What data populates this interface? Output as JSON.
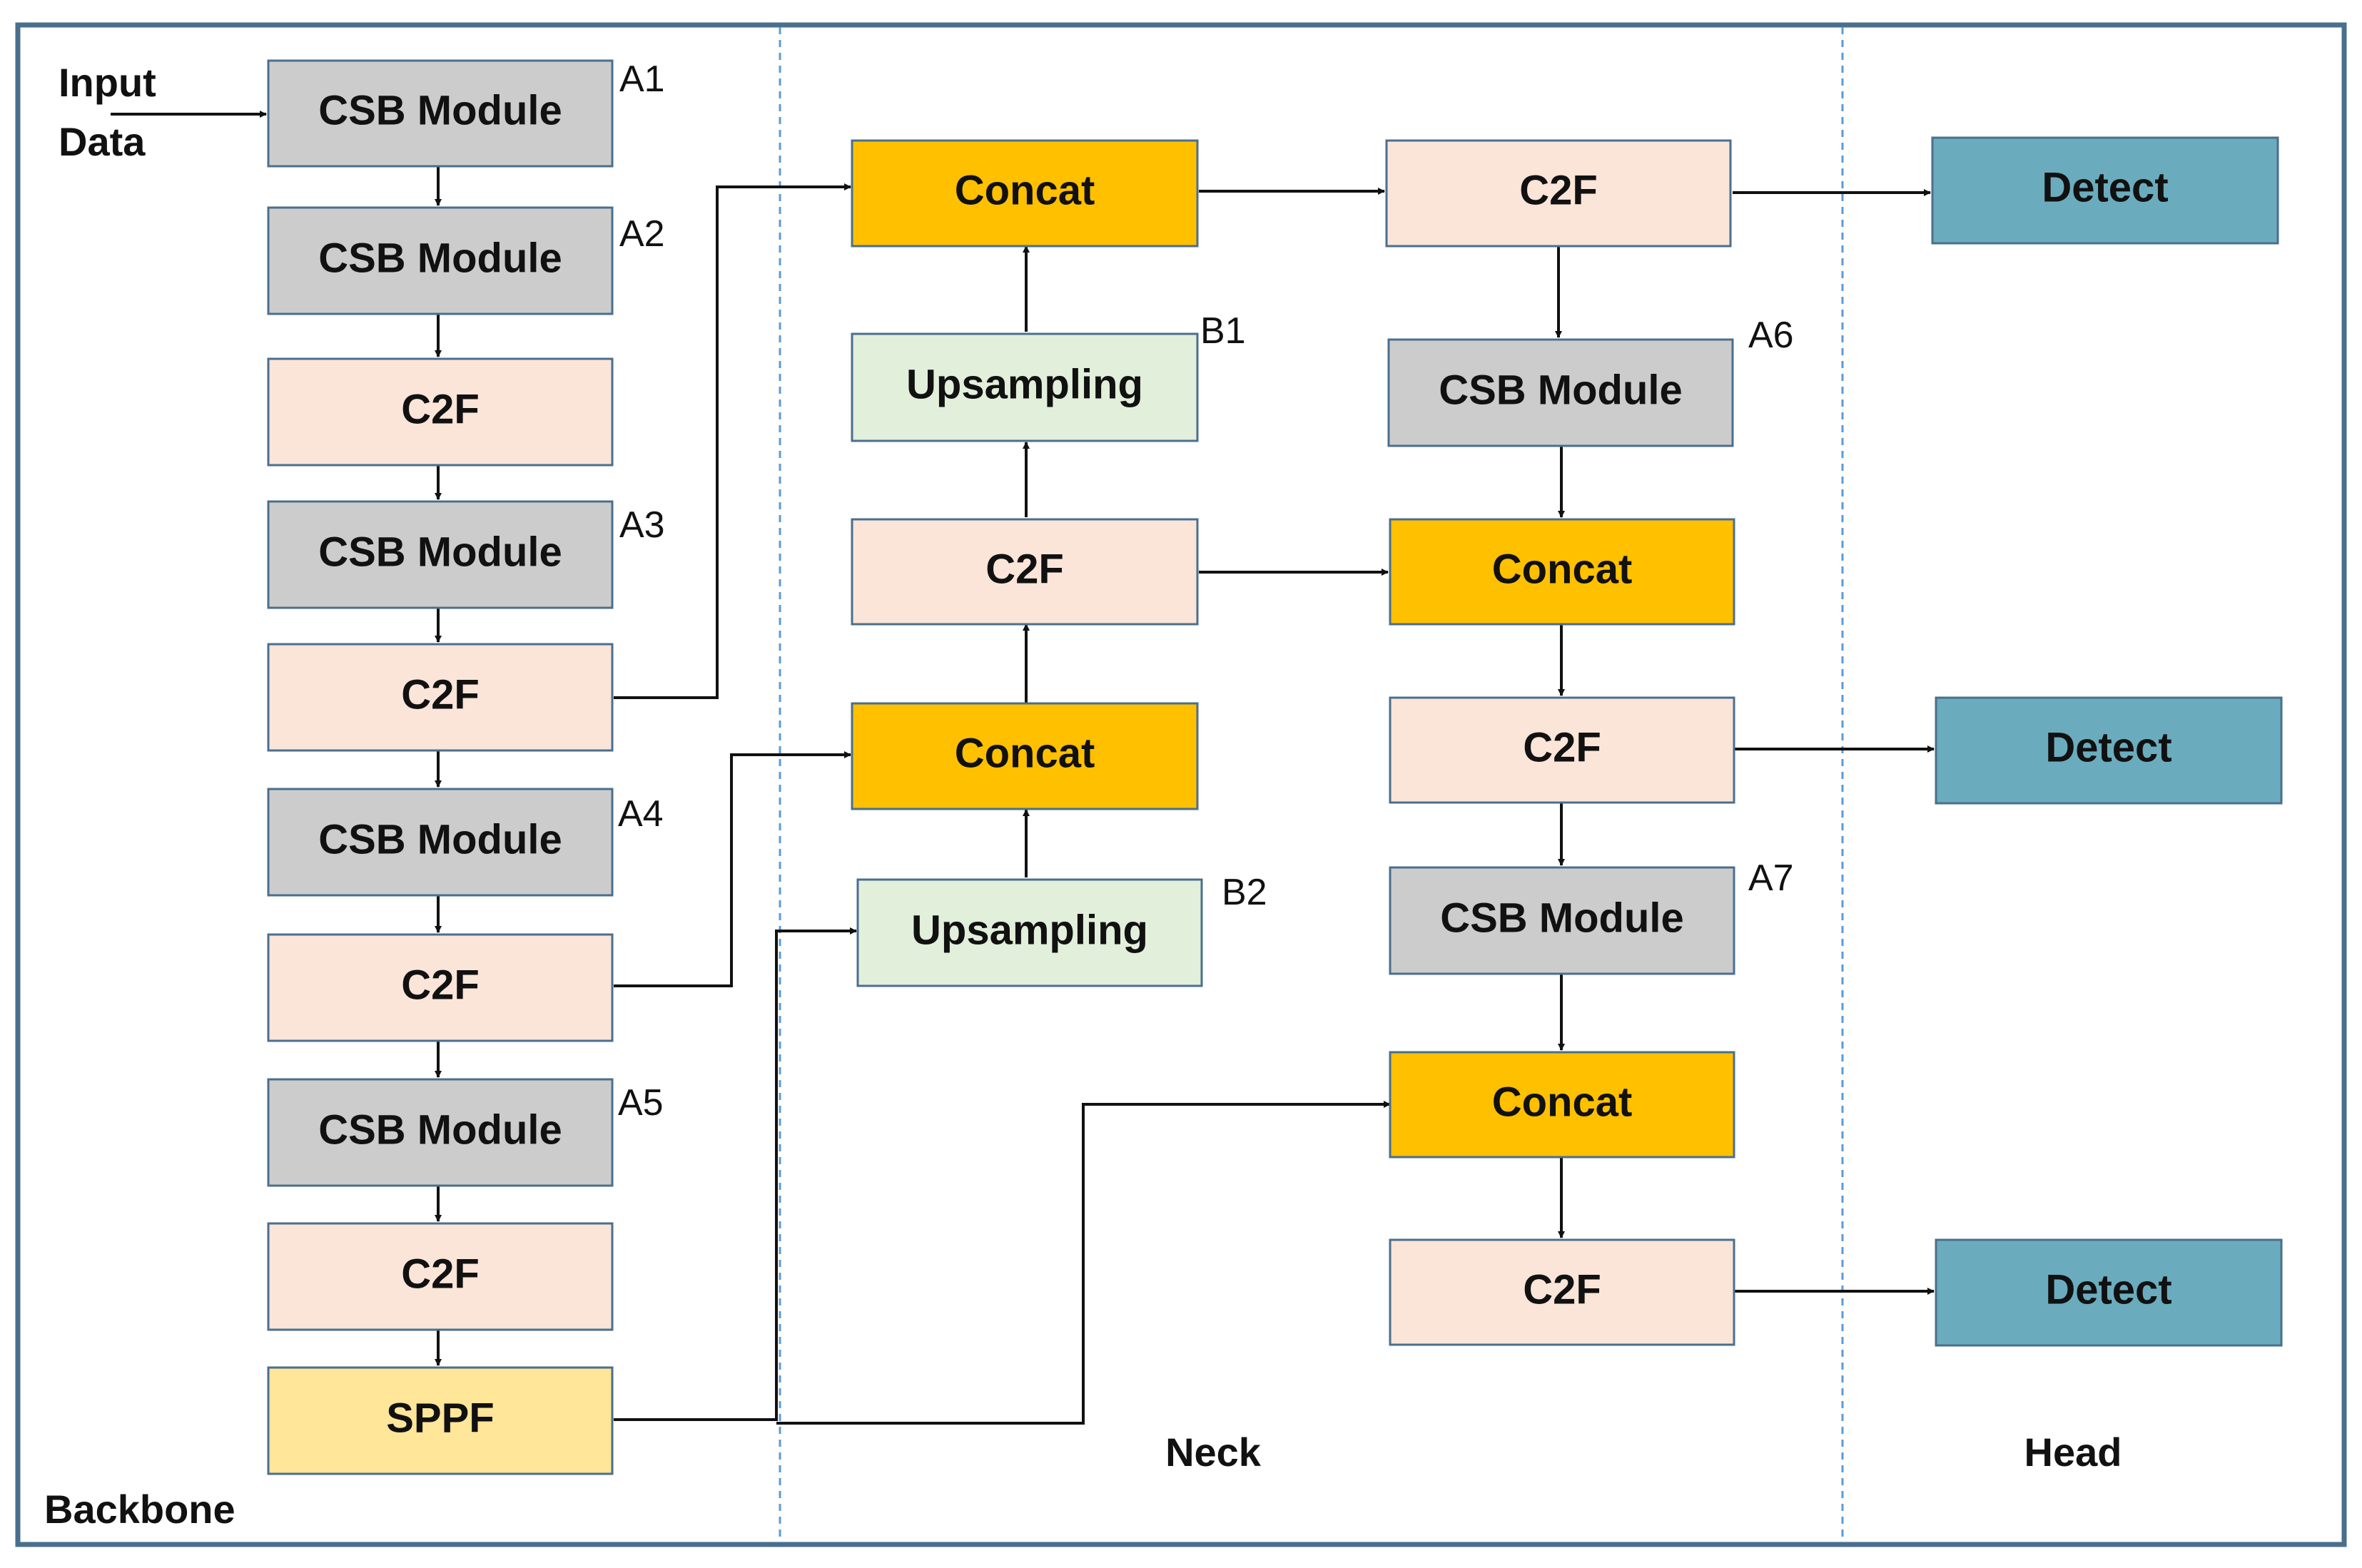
{
  "colors": {
    "csb": "#cdcccc",
    "c2f": "#fbe5d8",
    "concat": "#ffc000",
    "upsampling": "#e2efdb",
    "sppf": "#ffe698",
    "detect": "#6aacbe",
    "frame": "#4a6f8e",
    "divider": "#5b9bd5"
  },
  "labels": {
    "input_line1": "Input",
    "input_line2": "Data",
    "backbone": "Backbone",
    "neck": "Neck",
    "head": "Head"
  },
  "blocks": {
    "bb_csb1": "CSB Module",
    "bb_csb2": "CSB Module",
    "bb_c2f1": "C2F",
    "bb_csb3": "CSB Module",
    "bb_c2f2": "C2F",
    "bb_csb4": "CSB Module",
    "bb_c2f3": "C2F",
    "bb_csb5": "CSB Module",
    "bb_c2f4": "C2F",
    "bb_sppf": "SPPF",
    "nk_concat1": "Concat",
    "nk_up1": "Upsampling",
    "nk_c2f1": "C2F",
    "nk_concat2": "Concat",
    "nk_up2": "Upsampling",
    "hd_c2f1": "C2F",
    "hd_csb6": "CSB Module",
    "hd_concat3": "Concat",
    "hd_c2f2": "C2F",
    "hd_csb7": "CSB Module",
    "hd_concat4": "Concat",
    "hd_c2f3": "C2F",
    "det1": "Detect",
    "det2": "Detect",
    "det3": "Detect"
  },
  "tags": {
    "a1": "A1",
    "a2": "A2",
    "a3": "A3",
    "a4": "A4",
    "a5": "A5",
    "a6": "A6",
    "a7": "A7",
    "b1": "B1",
    "b2": "B2"
  }
}
